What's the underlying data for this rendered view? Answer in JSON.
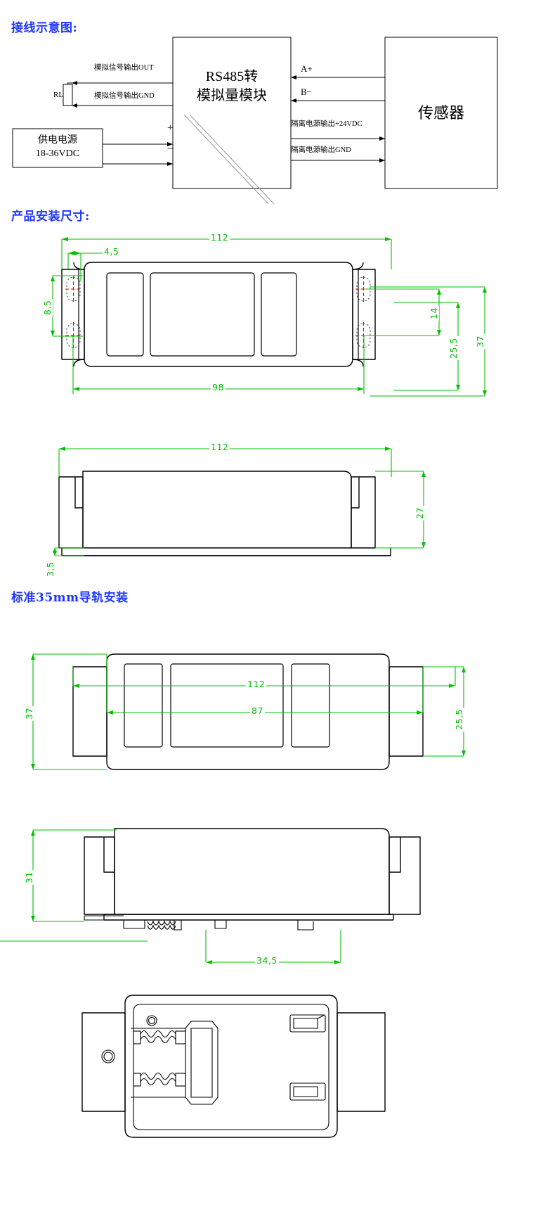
{
  "sections": {
    "wiring_title": "接线示意图:",
    "dimensions_title": "产品安装尺寸:",
    "din_title": "标准35mm导轨安装"
  },
  "wiring_diagram": {
    "module_line1": "RS485转",
    "module_line2": "模拟量模块",
    "sensor_label": "传感器",
    "supply_line1": "供电电源",
    "supply_line2": "18-36VDC",
    "resistor_label": "RL",
    "left_terminals": [
      "模拟信号输出OUT",
      "模拟信号输出GND"
    ],
    "power_terminals": [
      "+",
      "−"
    ],
    "right_terminals": [
      "A+",
      "B−",
      "隔离电源输出+24VDC",
      "隔离电源输出GND"
    ]
  },
  "product_dimensions": {
    "top_view": {
      "overall_width": "112",
      "hole_offset_x": "4,5",
      "hole_offset_y": "8,5",
      "hole_spacing": "14",
      "inner_height": "25,5",
      "overall_height": "37",
      "body_width": "98"
    },
    "side_view": {
      "overall_width": "112",
      "overall_height": "27",
      "foot_height": "3,5"
    }
  },
  "din_mounting": {
    "top_view": {
      "overall_width": "112",
      "body_width": "87",
      "overall_height": "37",
      "inner_height": "25,5"
    },
    "side_view": {
      "overall_height": "31",
      "clip_span": "34,5"
    }
  },
  "colors": {
    "heading": "#1f36ff",
    "dimension": "#00c000",
    "outline": "#000000",
    "centerline": "#ff0000"
  }
}
